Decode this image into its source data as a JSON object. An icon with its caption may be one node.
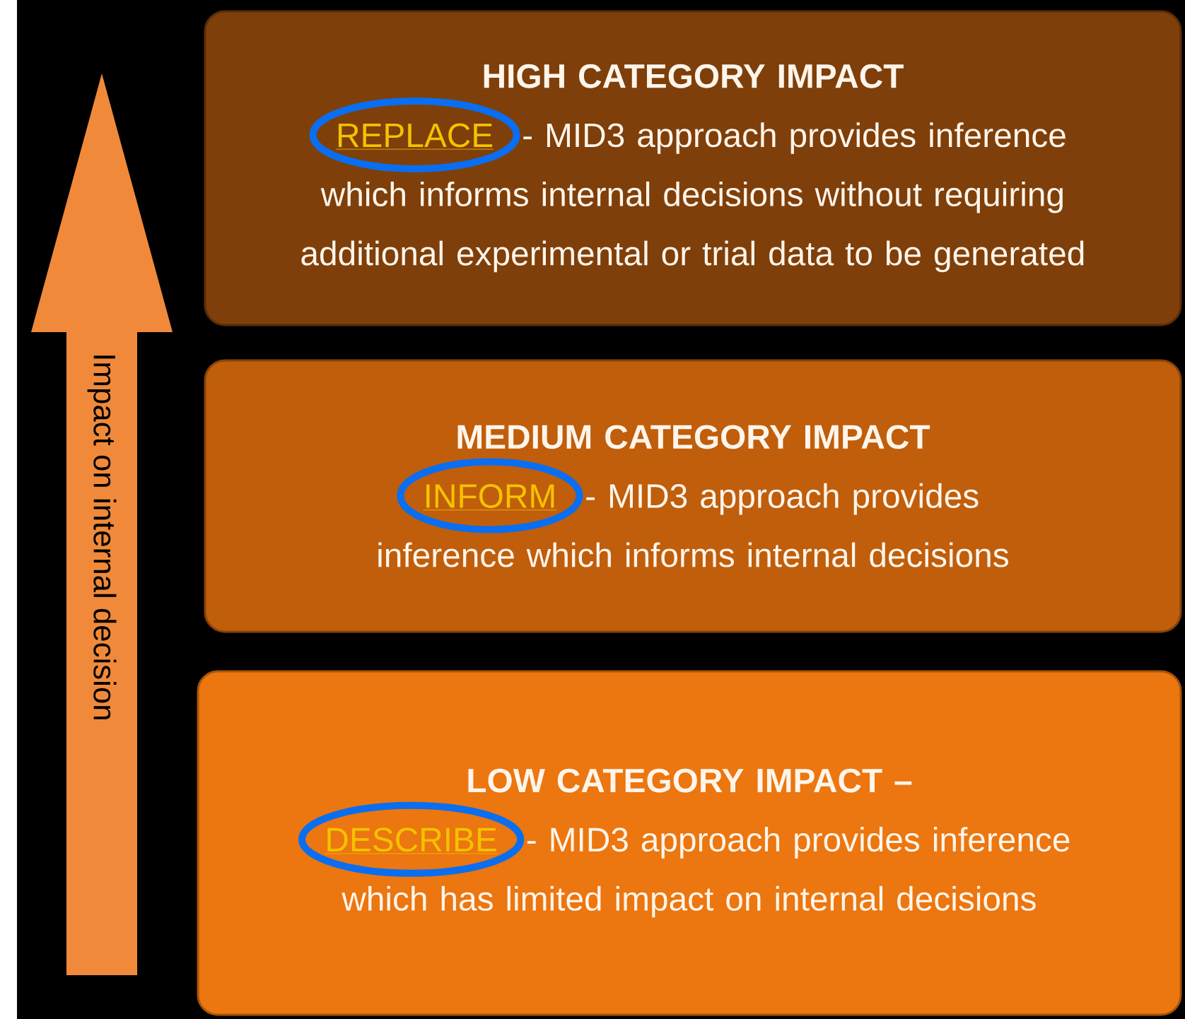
{
  "diagram": {
    "nodes": [
      {
        "text": [
          "HIGH CATEGORY IMPACT",
          "REPLACE",
          "- MID3 approach provides inference which informs internal decisions without requiring additional experimental or trial data to be generated"
        ]
      },
      {
        "text": [
          "MEDIUM CATEGORY IMPACT",
          "INFORM",
          "- MID3 approach provides inference which informs internal decisions"
        ]
      },
      {
        "text": [
          "LOW CATEGORY IMPACT –",
          "DESCRIBE",
          "- MID3 approach provides inference which has limited impact on internal decisions"
        ]
      }
    ],
    "labels": [
      "Impact on internal decision"
    ]
  }
}
